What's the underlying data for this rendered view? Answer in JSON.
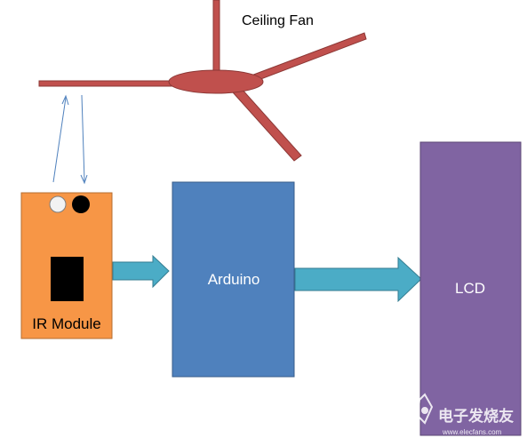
{
  "diagram": {
    "fan_label": "Ceiling Fan",
    "ir_module_label": "IR Module",
    "arduino_label": "Arduino",
    "lcd_label": "LCD",
    "watermark": {
      "brand_cn": "电子发烧友",
      "url": "www.elecfans.com"
    }
  },
  "colors": {
    "fan": "#c0504d",
    "fan_stroke": "#8c3836",
    "ir_module": "#f79646",
    "ir_module_stroke": "#b66d31",
    "arduino": "#4f81bd",
    "arduino_stroke": "#385d8a",
    "lcd": "#8064a2",
    "lcd_stroke": "#5c4776",
    "arrow": "#4bacc6",
    "arrow_stroke": "#357d91",
    "signal_line": "#4f81bd",
    "label_dark": "#000000",
    "label_light": "#ffffff"
  }
}
